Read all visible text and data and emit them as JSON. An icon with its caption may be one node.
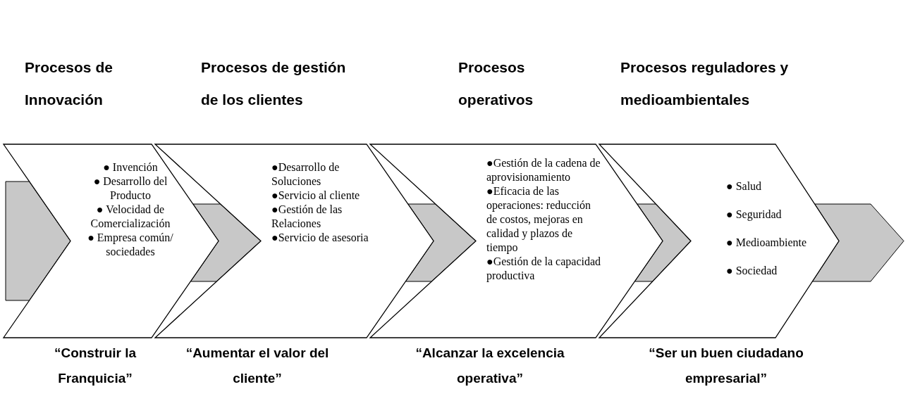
{
  "diagram": {
    "nodes": [
      {
        "text": [
          "Procesos de Innovación",
          "● Invención",
          "● Desarrollo del Producto",
          "● Velocidad de Comercialización",
          "● Empresa común/ sociedades"
        ],
        "beside": [
          "“Construir la Franquicia”"
        ]
      },
      {
        "text": [
          "Procesos de gestión de los clientes",
          "●Desarrollo de Soluciones",
          "●Servicio al cliente",
          "●Gestión de las Relaciones",
          "●Servicio de asesoria"
        ],
        "beside": [
          "“Aumentar el valor del cliente”"
        ]
      },
      {
        "text": [
          "Procesos operativos",
          "●Gestión de la cadena de aprovisionamiento",
          "●Eficacia de las operaciones: reducción de costos, mejoras en calidad y plazos de tiempo",
          "●Gestión de la capacidad productiva"
        ],
        "beside": [
          "“Alcanzar la excelencia operativa”"
        ]
      },
      {
        "text": [
          "Procesos reguladores y medioambientales",
          "● Salud",
          "● Seguridad",
          "● Medioambiente",
          "● Sociedad"
        ],
        "beside": [
          "“Ser un buen ciudadano empresarial”"
        ]
      }
    ],
    "edges": [
      {
        "from": null,
        "to": 0,
        "arrow": "to"
      },
      {
        "from": 0,
        "to": 1,
        "arrow": "to"
      },
      {
        "from": 1,
        "to": 2,
        "arrow": "to"
      },
      {
        "from": 2,
        "to": 3,
        "arrow": "to"
      },
      {
        "from": 3,
        "to": null,
        "arrow": "to"
      }
    ]
  }
}
